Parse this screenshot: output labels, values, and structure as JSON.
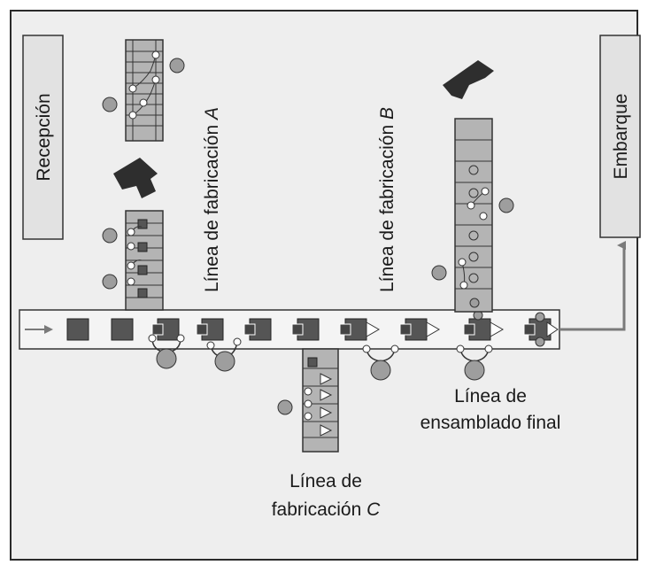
{
  "labels": {
    "reception": "Recepción",
    "shipping": "Embarque",
    "line_a_prefix": "Línea de fabricación ",
    "line_a_letter": "A",
    "line_b_prefix": "Línea de fabricación ",
    "line_b_letter": "B",
    "line_c_line1": "Línea de",
    "line_c_prefix": "fabricación ",
    "line_c_letter": "C",
    "final_line1": "Línea de",
    "final_line2": "ensamblado final"
  },
  "colors": {
    "background": "#eeeeee",
    "panel_border": "#2a2a2a",
    "station_fill": "#b4b4b4",
    "part_dark": "#555555",
    "worker": "#9e9e9e",
    "arrow": "#7a7a7a",
    "machine": "#2e2e2e"
  },
  "icons": {
    "machine": "machine-icon",
    "worker": "worker-icon",
    "part": "part-icon"
  }
}
